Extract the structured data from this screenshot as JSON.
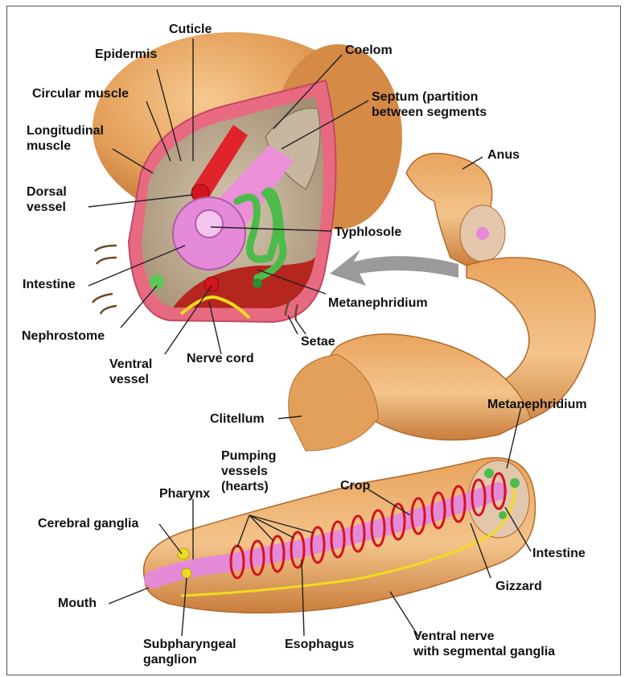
{
  "labels": {
    "cuticle": "Cuticle",
    "epidermis": "Epidermis",
    "circular_muscle": "Circular muscle",
    "longitudinal_muscle_1": "Longitudinal",
    "longitudinal_muscle_2": "muscle",
    "dorsal_vessel_1": "Dorsal",
    "dorsal_vessel_2": "vessel",
    "intestine_section": "Intestine",
    "nephrostome": "Nephrostome",
    "ventral_vessel_1": "Ventral",
    "ventral_vessel_2": "vessel",
    "nerve_cord": "Nerve cord",
    "setae": "Setae",
    "metanephridium_section": "Metanephridium",
    "typhlosole": "Typhlosole",
    "coelom": "Coelom",
    "septum_1": "Septum (partition",
    "septum_2": "between segments",
    "anus": "Anus",
    "clitellum": "Clitellum",
    "metanephridium_body": "Metanephridium",
    "pumping_vessels_1": "Pumping",
    "pumping_vessels_2": "vessels",
    "pumping_vessels_3": "(hearts)",
    "pharynx": "Pharynx",
    "crop": "Crop",
    "cerebral_ganglia": "Cerebral ganglia",
    "intestine_body": "Intestine",
    "gizzard": "Gizzard",
    "mouth": "Mouth",
    "subpharyngeal_1": "Subpharyngeal",
    "subpharyngeal_2": "ganglion",
    "esophagus": "Esophagus",
    "ventral_nerve_1": "Ventral nerve",
    "ventral_nerve_2": "with segmental ganglia"
  },
  "colors": {
    "worm_skin": "#e9a45e",
    "worm_shadow": "#b8692d",
    "muscle_pink": "#e86a80",
    "coelom_tan": "#bba68c",
    "intestine_pink": "#e58ad8",
    "vessel_red": "#d4141e",
    "nephridium_green": "#4dbb4a",
    "nerve_yellow": "#f0dc1e",
    "arrow_gray": "#9a9a9a",
    "label_line": "#222222"
  }
}
